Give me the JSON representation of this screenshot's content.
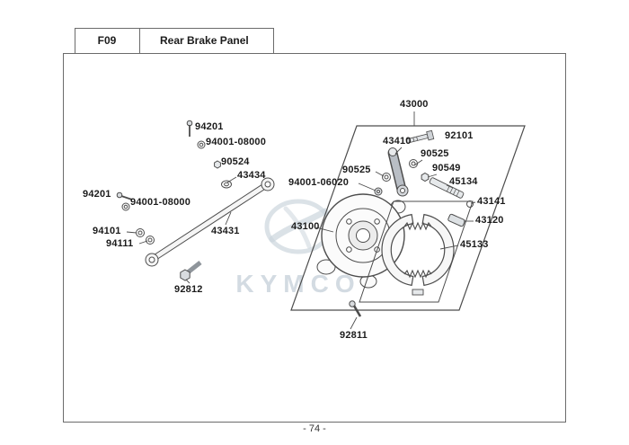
{
  "header": {
    "code": "F09",
    "title": "Rear Brake Panel"
  },
  "footer": {
    "page": "- 74 -"
  },
  "watermark": {
    "text": "KYMCO"
  },
  "labels": [
    {
      "text": "94201"
    },
    {
      "text": "94001-08000"
    },
    {
      "text": "90524"
    },
    {
      "text": "43434"
    },
    {
      "text": "94201"
    },
    {
      "text": "94001-08000"
    },
    {
      "text": "94101"
    },
    {
      "text": "94111"
    },
    {
      "text": "43431"
    },
    {
      "text": "92812"
    },
    {
      "text": "43000"
    },
    {
      "text": "43410"
    },
    {
      "text": "92101"
    },
    {
      "text": "90525"
    },
    {
      "text": "90525"
    },
    {
      "text": "90549"
    },
    {
      "text": "94001-06020"
    },
    {
      "text": "45134"
    },
    {
      "text": "43141"
    },
    {
      "text": "43100"
    },
    {
      "text": "43120"
    },
    {
      "text": "45133"
    },
    {
      "text": "92811"
    }
  ]
}
